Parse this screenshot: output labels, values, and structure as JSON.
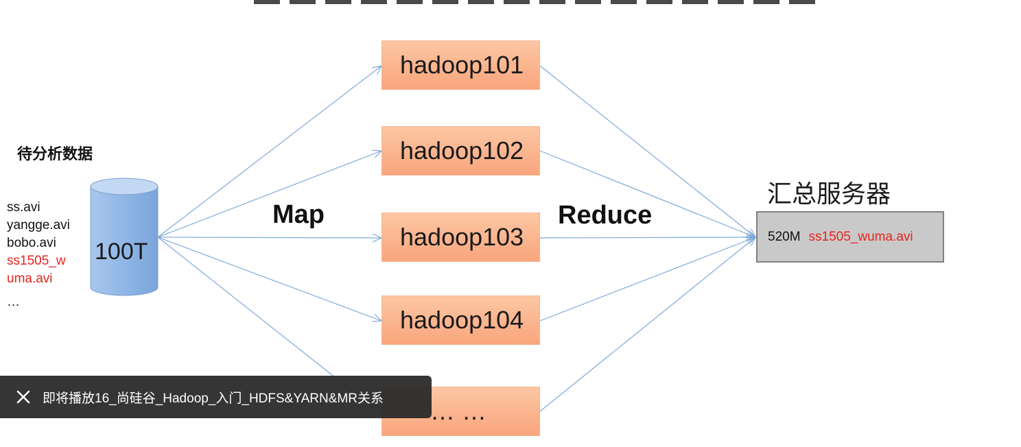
{
  "left_panel": {
    "title": "待分析数据",
    "files": [
      {
        "name": "ss.avi",
        "highlight": false
      },
      {
        "name": "yangge.avi",
        "highlight": false
      },
      {
        "name": "bobo.avi",
        "highlight": false
      },
      {
        "name": "ss1505_w",
        "highlight": true
      },
      {
        "name": "uma.avi",
        "highlight": true
      },
      {
        "name": "…",
        "highlight": false
      }
    ],
    "storage_label": "100T"
  },
  "phases": {
    "map": "Map",
    "reduce": "Reduce"
  },
  "nodes": [
    "hadoop101",
    "hadoop102",
    "hadoop103",
    "hadoop104",
    "… …"
  ],
  "server": {
    "title": "汇总服务器",
    "size": "520M",
    "file": "ss1505_wuma.avi"
  },
  "toast": {
    "text": "即将播放16_尚硅谷_Hadoop_入门_HDFS&YARN&MR关系",
    "close_icon": "close-icon"
  },
  "colors": {
    "node_fill": "#f9a57c",
    "arrow": "#7fa8d8",
    "highlight_text": "#e8231b",
    "server_fill": "#c9c9c9",
    "cylinder": "#8fb6e6"
  }
}
